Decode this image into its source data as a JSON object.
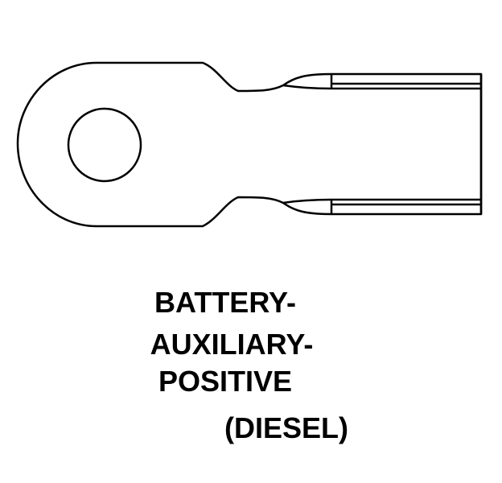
{
  "caption": {
    "line1": "BATTERY-",
    "line2": "AUXILIARY-",
    "line3": "POSITIVE",
    "line4": "(DIESEL)"
  },
  "colors": {
    "stroke": "#000000",
    "background": "#ffffff"
  }
}
